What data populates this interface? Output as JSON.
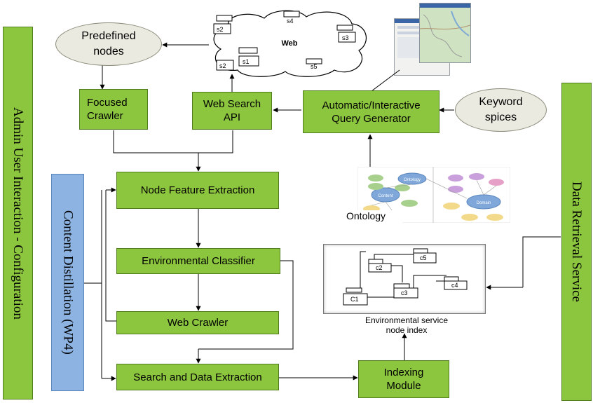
{
  "side_bars": {
    "admin": "Admin User Interaction - Configuration",
    "content": "Content Distillation (WP4)",
    "retrieval": "Data Retrieval Service"
  },
  "ovals": {
    "predefined": [
      "Predefined",
      "nodes"
    ],
    "keyword": [
      "Keyword",
      "spices"
    ]
  },
  "web": {
    "label": "Web",
    "servers": [
      "s4",
      "s2",
      "s3",
      "s1",
      "s2",
      "s5"
    ]
  },
  "boxes": {
    "focused_crawler": [
      "Focused",
      "Crawler"
    ],
    "web_search_api": [
      "Web Search",
      "API"
    ],
    "query_generator": [
      "Automatic/Interactive",
      "Query Generator"
    ],
    "node_feature_extraction": "Node Feature Extraction",
    "environmental_classifier": "Environmental Classifier",
    "web_crawler": "Web Crawler",
    "search_data_extraction": "Search and Data Extraction",
    "indexing_module": [
      "Indexing",
      "Module"
    ]
  },
  "ontology": {
    "label": "Ontology",
    "nodes": [
      "Ontology",
      "Content",
      "Domain"
    ]
  },
  "node_index": {
    "caption": [
      "Environmental service",
      "node index"
    ],
    "nodes": [
      "c2",
      "c5",
      "c4",
      "C1",
      "c3"
    ]
  },
  "colors": {
    "green_box": "#8cc63f",
    "green_border": "#4f7d1e",
    "blue_bar": "#8db3e2",
    "oval_fill": "#ebeae0"
  }
}
